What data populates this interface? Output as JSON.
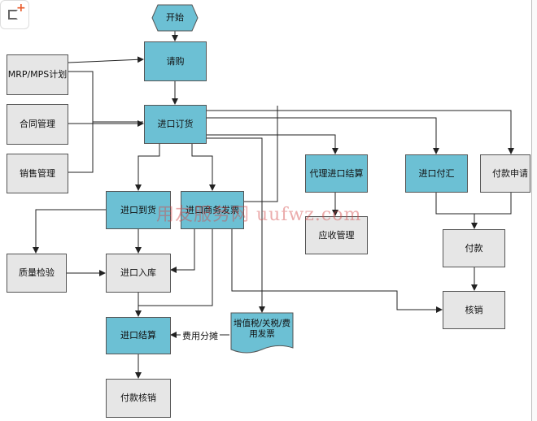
{
  "app_icon": {
    "name": "add-app-icon"
  },
  "nodes": {
    "start": "开始",
    "request": "请购",
    "mrp": "MRP/MPS计划",
    "contract": "合同管理",
    "sales": "销售管理",
    "import_order": "进口订货",
    "agent_settle": "代理进口结算",
    "import_remit": "进口付汇",
    "pay_request": "付款申请",
    "import_arrival": "进口到货",
    "import_invoice": "进口商务发票",
    "receivable": "应收管理",
    "payment": "付款",
    "quality": "质量检验",
    "import_storage": "进口入库",
    "verify": "核销",
    "import_settle": "进口结算",
    "tax_invoice": "增值税/关税/费用发票",
    "pay_verify": "付款核销"
  },
  "edge_labels": {
    "cost_allocation": "费用分摊"
  },
  "watermark": "用友服务网 uufwz.com",
  "colors": {
    "process_blue": "#6cc0d4",
    "process_grey": "#e6e6e6",
    "line": "#222222",
    "watermark": "#d24646"
  }
}
